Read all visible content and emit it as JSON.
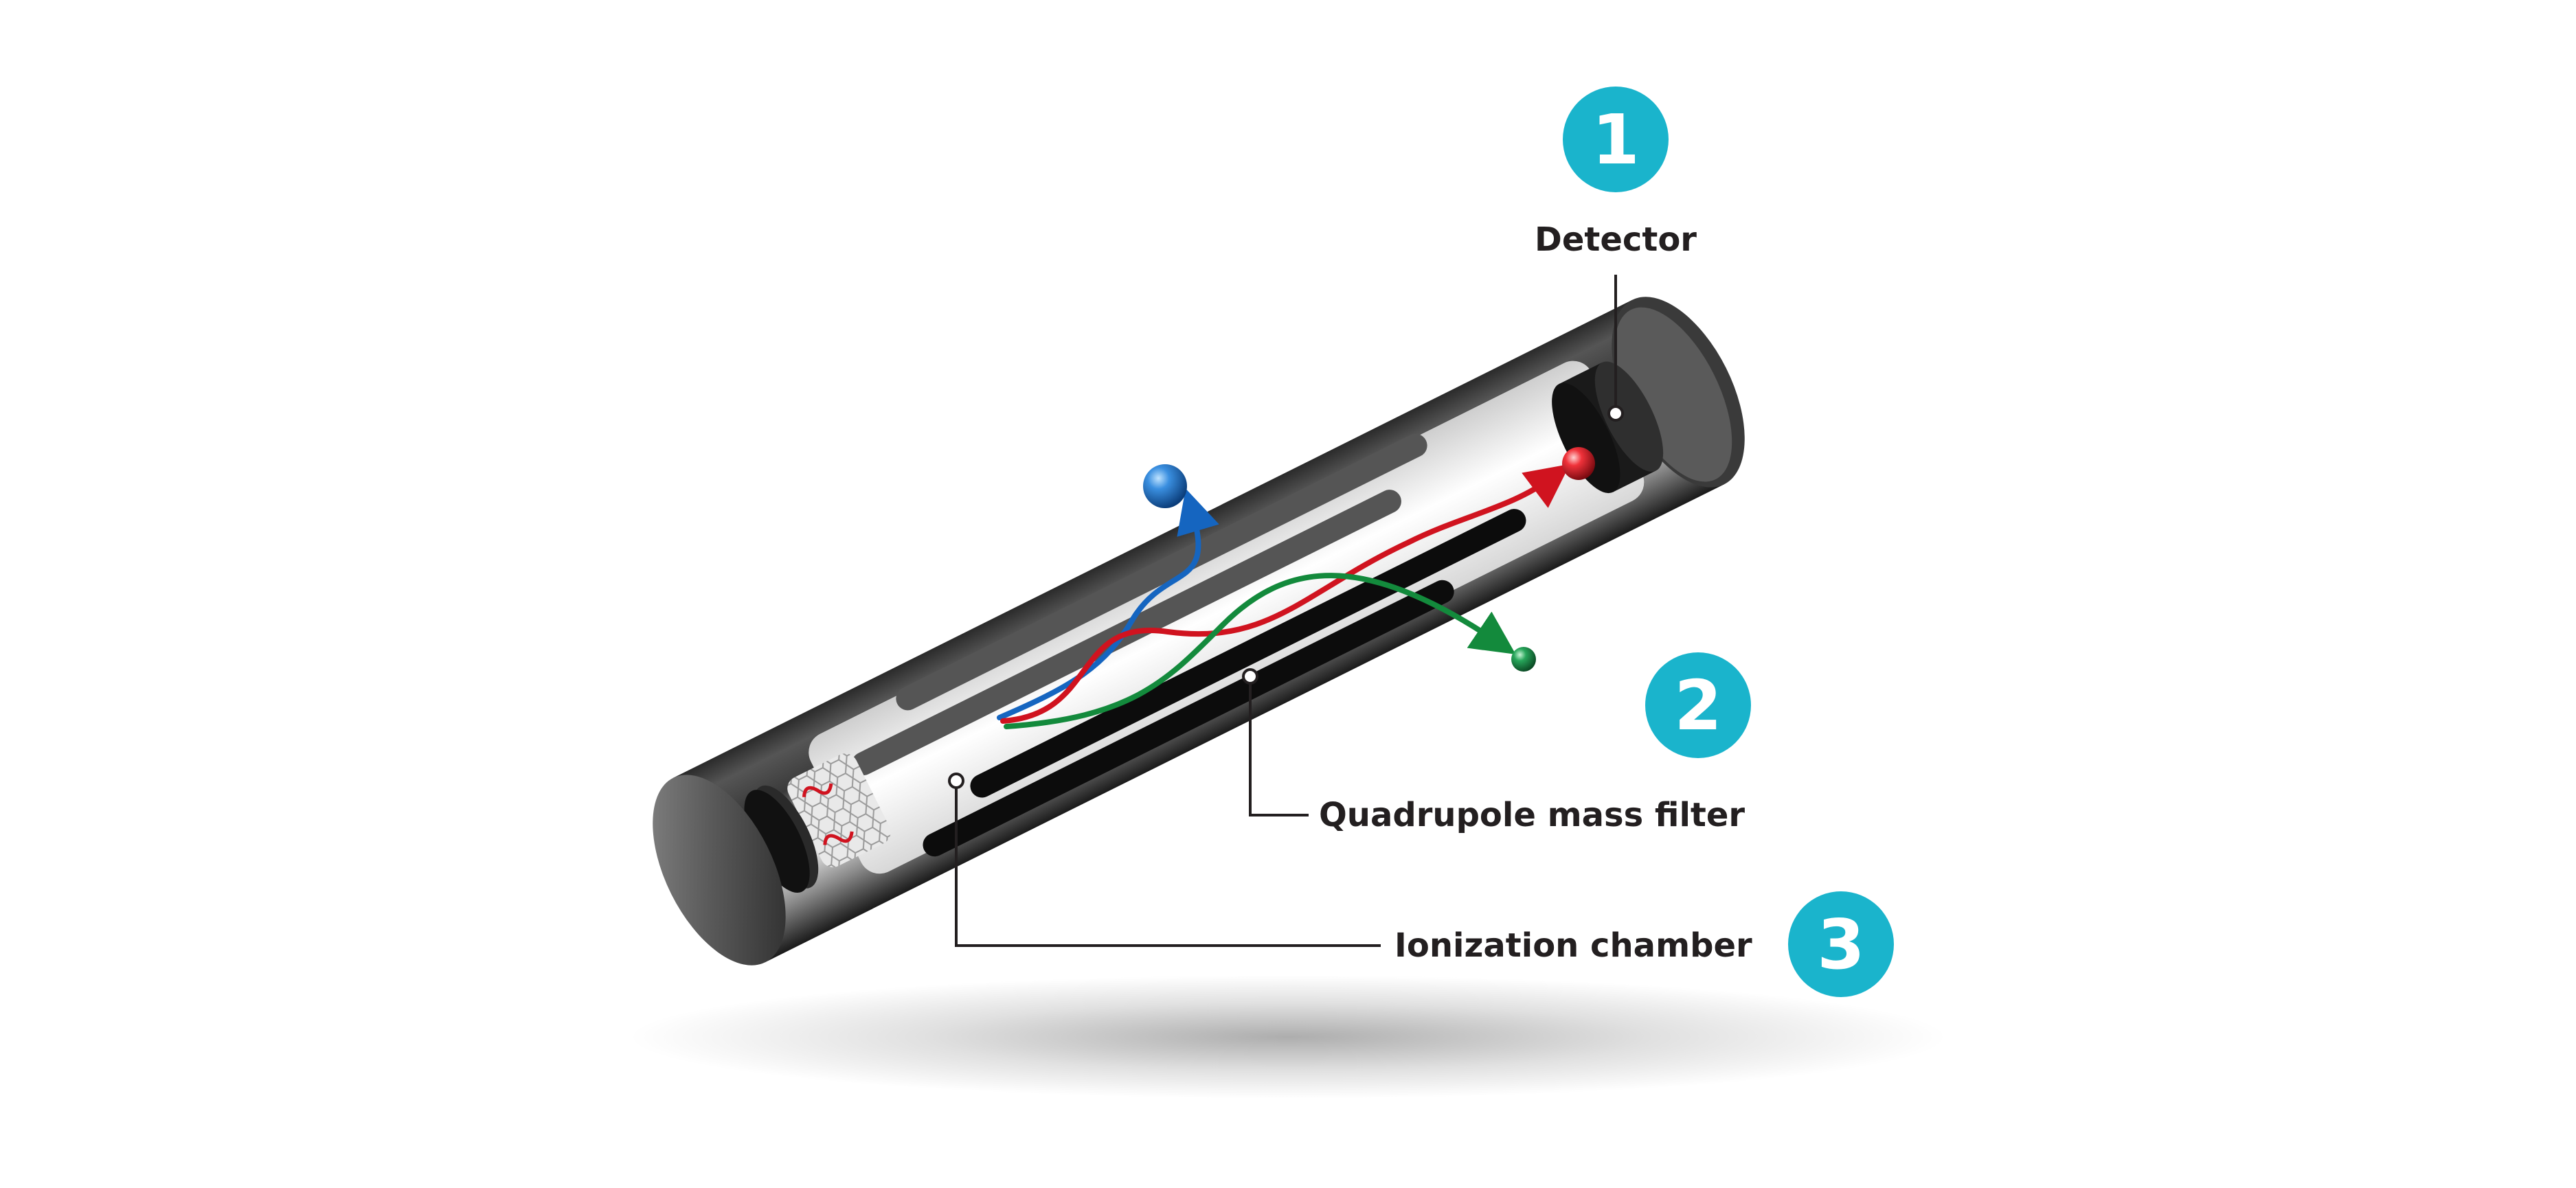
{
  "title": "Quadrupole mass spectrometer diagram",
  "components": [
    {
      "number": "1",
      "label": "Detector"
    },
    {
      "number": "2",
      "label": "Quadrupole mass filter"
    },
    {
      "number": "3",
      "label": "Ionization chamber"
    }
  ],
  "icons": {
    "tube": "cylinder-tube",
    "ions": [
      "blue-ion",
      "red-ion",
      "green-ion"
    ]
  },
  "colors": {
    "badge": "#1ab4cc",
    "label_text": "#231f20",
    "leader_line": "#231f20",
    "ion_blue": "#1565c0",
    "ion_red": "#d0131f",
    "ion_green": "#138a3c",
    "tube_dark": "#1c1c1c",
    "rod": "#222222"
  }
}
